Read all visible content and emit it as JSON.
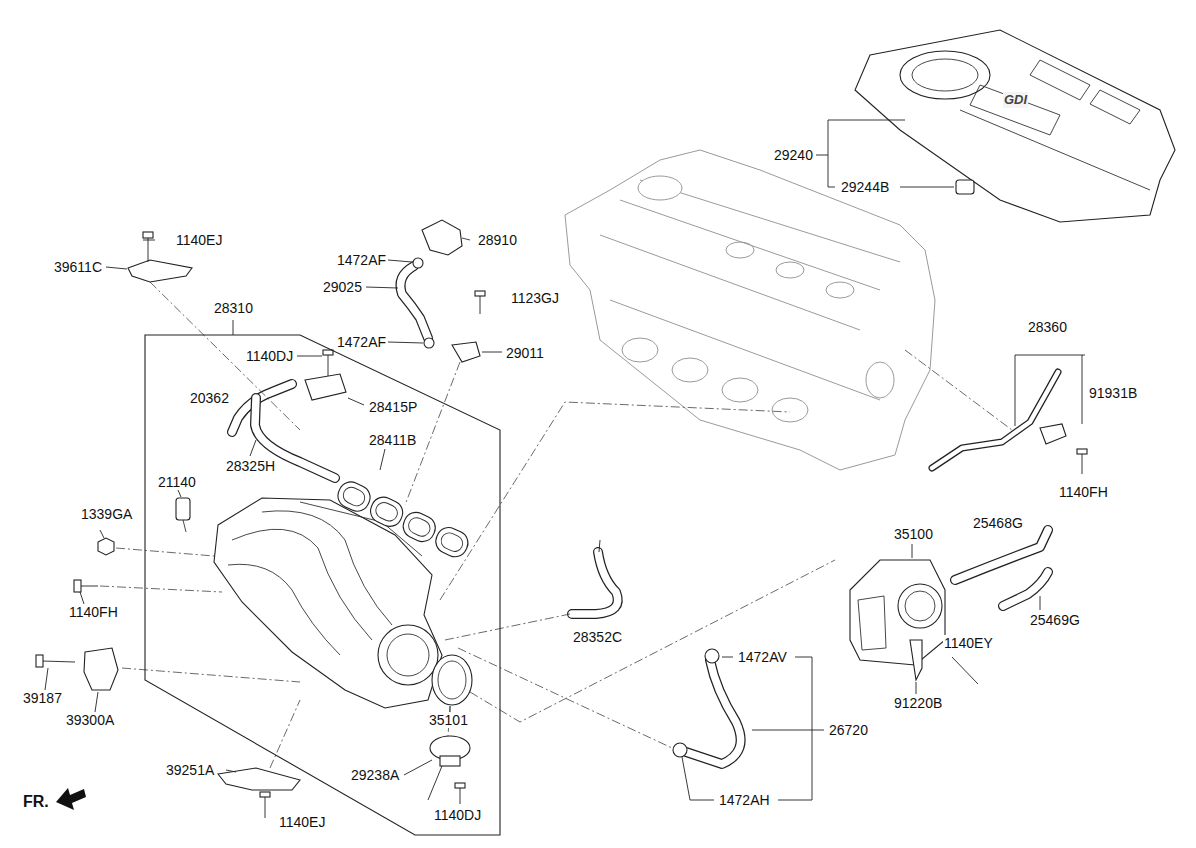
{
  "diagram": {
    "nodes": [
      {
        "text": [
          "28310"
        ]
      }
    ],
    "labels": [
      "GDI",
      "29240",
      "29244B",
      "1140EJ",
      "28910",
      "1472AF",
      "39611C",
      "29025",
      "1123GJ",
      "28360",
      "1472AF",
      "29011",
      "1140DJ",
      "91931B",
      "20362",
      "28415P",
      "28411B",
      "28325H",
      "21140",
      "1140FH",
      "1339GA",
      "25468G",
      "35100",
      "1140FH",
      "25469G",
      "28352C",
      "1140EY",
      "1472AV",
      "39187",
      "91220B",
      "39300A",
      "35101",
      "26720",
      "39251A",
      "29238A",
      "1472AH",
      "FR.",
      "1140DJ",
      "1140EJ"
    ]
  }
}
